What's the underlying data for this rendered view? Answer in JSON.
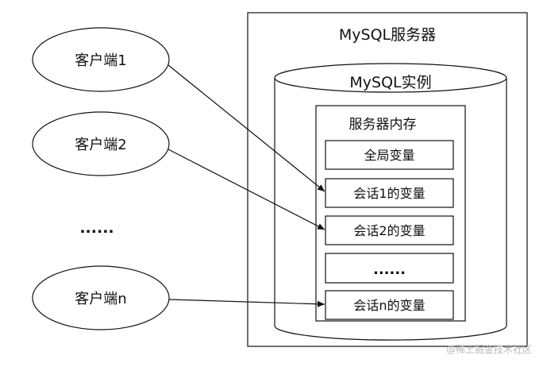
{
  "server": {
    "label": "MySQL服务器"
  },
  "instance": {
    "label": "MySQL实例"
  },
  "memory": {
    "label": "服务器内存",
    "slots": [
      "全局变量",
      "会话1的变量",
      "会话2的变量",
      "......",
      "会话n的变量"
    ]
  },
  "clients": [
    "客户端1",
    "客户端2",
    "客户端n"
  ],
  "ellipsis": "......",
  "watermark": "@稀土掘金技术社区",
  "colors": {
    "stroke": "#111111",
    "background": "#ffffff",
    "watermark": "#b8b8b8"
  }
}
